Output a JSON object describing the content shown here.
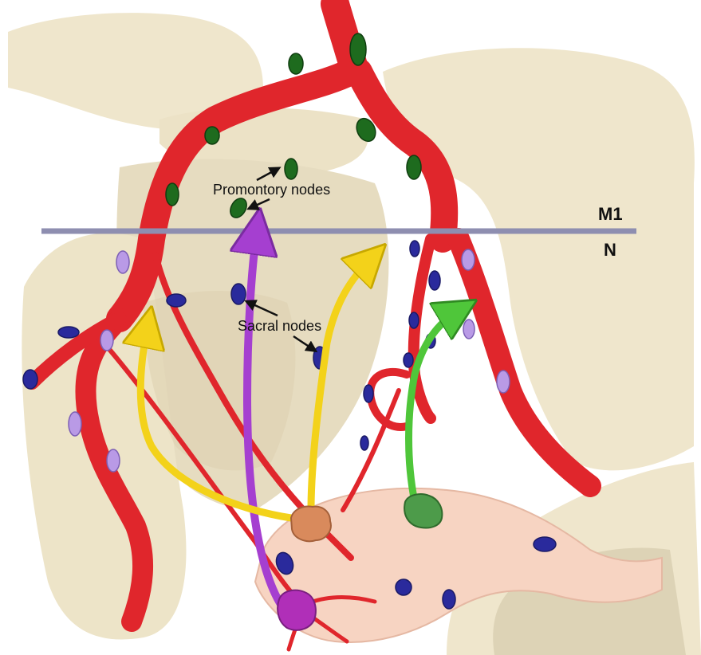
{
  "labels": {
    "promontory_nodes": "Promontory nodes",
    "sacral_nodes": "Sacral nodes",
    "line_upper": "M1",
    "line_lower": "N"
  },
  "colors": {
    "background": "#ffffff",
    "bone": "#efe6cc",
    "bone_shadow": "#dccfae",
    "artery": "#e0262c",
    "promontory_node": "#1e6b1e",
    "lymph_node_blue": "#2a2a9c",
    "lymph_node_lilac": "#b99ae6",
    "arrow_purple": "#a53fd0",
    "arrow_yellow": "#f3d21a",
    "arrow_green": "#4fc63a",
    "divider_line": "#8e8eb0",
    "rectum": "#f7d4c2",
    "tumor_orange": "#d98a5c",
    "tumor_green": "#4d9b4a",
    "tumor_magenta": "#b02fb8"
  }
}
